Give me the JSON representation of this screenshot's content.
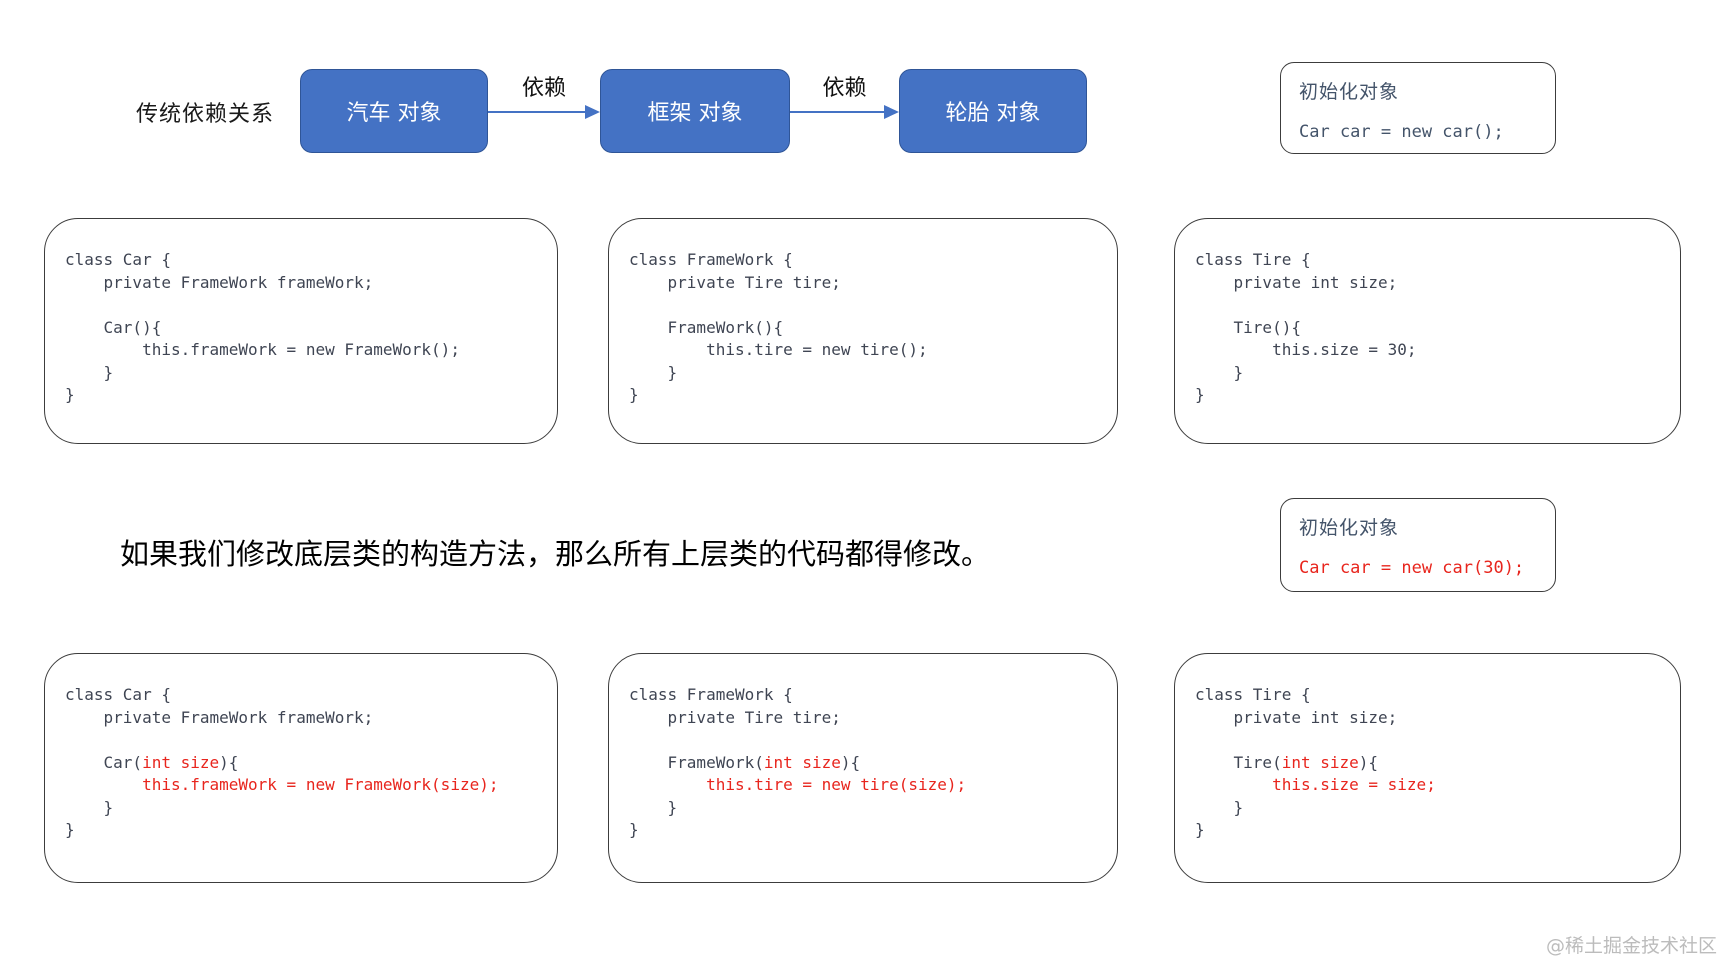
{
  "colors": {
    "node_fill": "#4472c4",
    "node_border": "#2f5597",
    "code_text": "#3f4553",
    "highlight_red": "#e8251d",
    "init_label": "#44546a",
    "watermark_grey": "#bcbcbc"
  },
  "top_flow": {
    "label": "传统依赖关系",
    "nodes": [
      {
        "label": "汽车 对象"
      },
      {
        "label": "框架 对象"
      },
      {
        "label": "轮胎 对象"
      }
    ],
    "arrows": [
      {
        "label": "依赖"
      },
      {
        "label": "依赖"
      }
    ]
  },
  "init_boxes": [
    {
      "title": "初始化对象",
      "code": "Car car = new car();"
    },
    {
      "title": "初始化对象",
      "code": "Car car = new car(30);"
    }
  ],
  "middle_text": "如果我们修改底层类的构造方法，那么所有上层类的代码都得修改。",
  "code_row1": [
    {
      "name": "Car",
      "lines": [
        [
          {
            "t": "class Car {"
          }
        ],
        [
          {
            "t": "    private FrameWork frameWork;"
          }
        ],
        [],
        [
          {
            "t": "    Car(){"
          }
        ],
        [
          {
            "t": "        this.frameWork = new FrameWork();"
          }
        ],
        [
          {
            "t": "    }"
          }
        ],
        [
          {
            "t": "}"
          }
        ]
      ]
    },
    {
      "name": "FrameWork",
      "lines": [
        [
          {
            "t": "class FrameWork {"
          }
        ],
        [
          {
            "t": "    private Tire tire;"
          }
        ],
        [],
        [
          {
            "t": "    FrameWork(){"
          }
        ],
        [
          {
            "t": "        this.tire = new tire();"
          }
        ],
        [
          {
            "t": "    }"
          }
        ],
        [
          {
            "t": "}"
          }
        ]
      ]
    },
    {
      "name": "Tire",
      "lines": [
        [
          {
            "t": "class Tire {"
          }
        ],
        [
          {
            "t": "    private int size;"
          }
        ],
        [],
        [
          {
            "t": "    Tire(){"
          }
        ],
        [
          {
            "t": "        this.size = 30;"
          }
        ],
        [
          {
            "t": "    }"
          }
        ],
        [
          {
            "t": "}"
          }
        ]
      ]
    }
  ],
  "code_row2": [
    {
      "name": "Car",
      "lines": [
        [
          {
            "t": "class Car {"
          }
        ],
        [
          {
            "t": "    private FrameWork frameWork;"
          }
        ],
        [],
        [
          {
            "t": "    Car("
          },
          {
            "t": "int size",
            "red": true
          },
          {
            "t": "){"
          }
        ],
        [
          {
            "t": "        "
          },
          {
            "t": "this.frameWork = new FrameWork(size);",
            "red": true
          }
        ],
        [
          {
            "t": "    }"
          }
        ],
        [
          {
            "t": "}"
          }
        ]
      ]
    },
    {
      "name": "FrameWork",
      "lines": [
        [
          {
            "t": "class FrameWork {"
          }
        ],
        [
          {
            "t": "    private Tire tire;"
          }
        ],
        [],
        [
          {
            "t": "    FrameWork("
          },
          {
            "t": "int size",
            "red": true
          },
          {
            "t": "){"
          }
        ],
        [
          {
            "t": "        "
          },
          {
            "t": "this.tire = new tire(size);",
            "red": true
          }
        ],
        [
          {
            "t": "    }"
          }
        ],
        [
          {
            "t": "}"
          }
        ]
      ]
    },
    {
      "name": "Tire",
      "lines": [
        [
          {
            "t": "class Tire {"
          }
        ],
        [
          {
            "t": "    private int size;"
          }
        ],
        [],
        [
          {
            "t": "    Tire("
          },
          {
            "t": "int size",
            "red": true
          },
          {
            "t": "){"
          }
        ],
        [
          {
            "t": "        "
          },
          {
            "t": "this.size = size;",
            "red": true
          }
        ],
        [
          {
            "t": "    }"
          }
        ],
        [
          {
            "t": "}"
          }
        ]
      ]
    }
  ],
  "watermark": "@稀土掘金技术社区"
}
